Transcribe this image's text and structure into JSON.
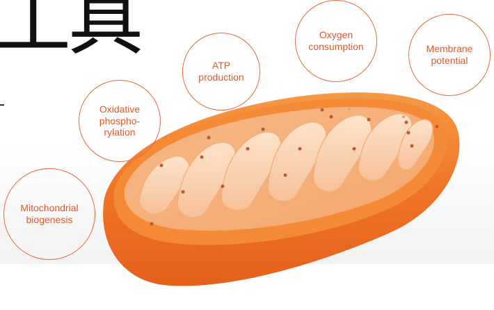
{
  "headline": "工具",
  "labels": {
    "mito_bio": "Mitochondrial\nbiogenesis",
    "oxphos": "Oxidative\nphospho-\nrylation",
    "atp": "ATP\nproduction",
    "oxygen": "Oxygen\nconsumption",
    "membrane": "Membrane\npotential"
  },
  "colors": {
    "label": "#e0592a",
    "outline": "#e8683a",
    "mito_outer": "#f07a2a",
    "mito_dark": "#d85a1c",
    "mito_inner": "#f9c9a0",
    "cristae": "#fbd9bc",
    "dots": "#c0583a"
  }
}
